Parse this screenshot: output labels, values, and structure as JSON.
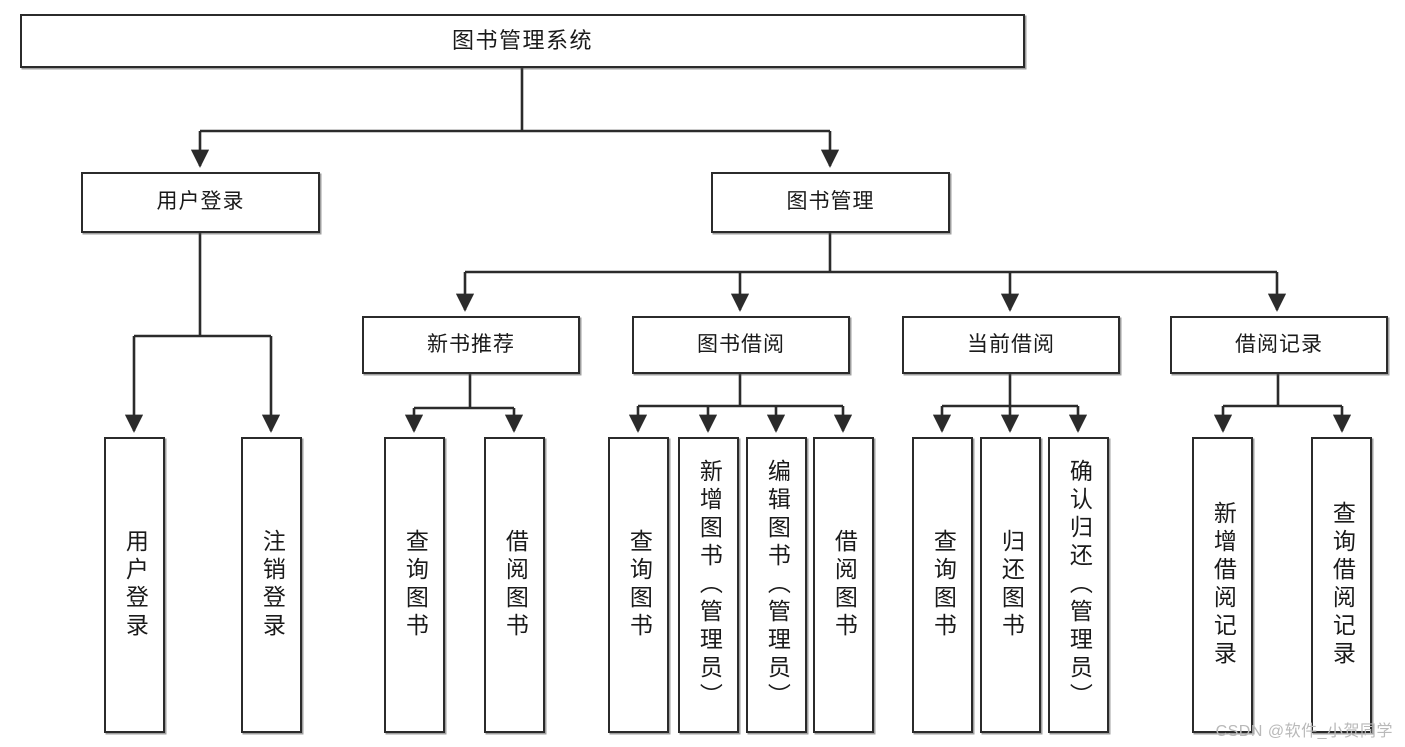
{
  "diagram": {
    "title": "图书管理系统",
    "type": "hierarchy-tree",
    "root": {
      "label": "图书管理系统"
    },
    "level1": [
      {
        "label": "用户登录"
      },
      {
        "label": "图书管理"
      }
    ],
    "level2": [
      {
        "label": "新书推荐"
      },
      {
        "label": "图书借阅"
      },
      {
        "label": "当前借阅"
      },
      {
        "label": "借阅记录"
      }
    ],
    "leaves": [
      {
        "label": "用户登录",
        "parent": "用户登录"
      },
      {
        "label": "注销登录",
        "parent": "用户登录"
      },
      {
        "label": "查询图书",
        "parent": "新书推荐"
      },
      {
        "label": "借阅图书",
        "parent": "新书推荐"
      },
      {
        "label": "查询图书",
        "parent": "图书借阅"
      },
      {
        "label": "新增图书（管理员）",
        "parent": "图书借阅"
      },
      {
        "label": "编辑图书（管理员）",
        "parent": "图书借阅"
      },
      {
        "label": "借阅图书",
        "parent": "图书借阅"
      },
      {
        "label": "查询图书",
        "parent": "当前借阅"
      },
      {
        "label": "归还图书",
        "parent": "当前借阅"
      },
      {
        "label": "确认归还（管理员）",
        "parent": "当前借阅"
      },
      {
        "label": "新增借阅记录",
        "parent": "借阅记录"
      },
      {
        "label": "查询借阅记录",
        "parent": "借阅记录"
      }
    ]
  },
  "watermark": {
    "text": "CSDN @软件_小贺同学"
  },
  "colors": {
    "stroke": "#2b2b2b",
    "fill": "#ffffff",
    "text": "#1a1a1a",
    "watermark": "#b9b9b9"
  }
}
